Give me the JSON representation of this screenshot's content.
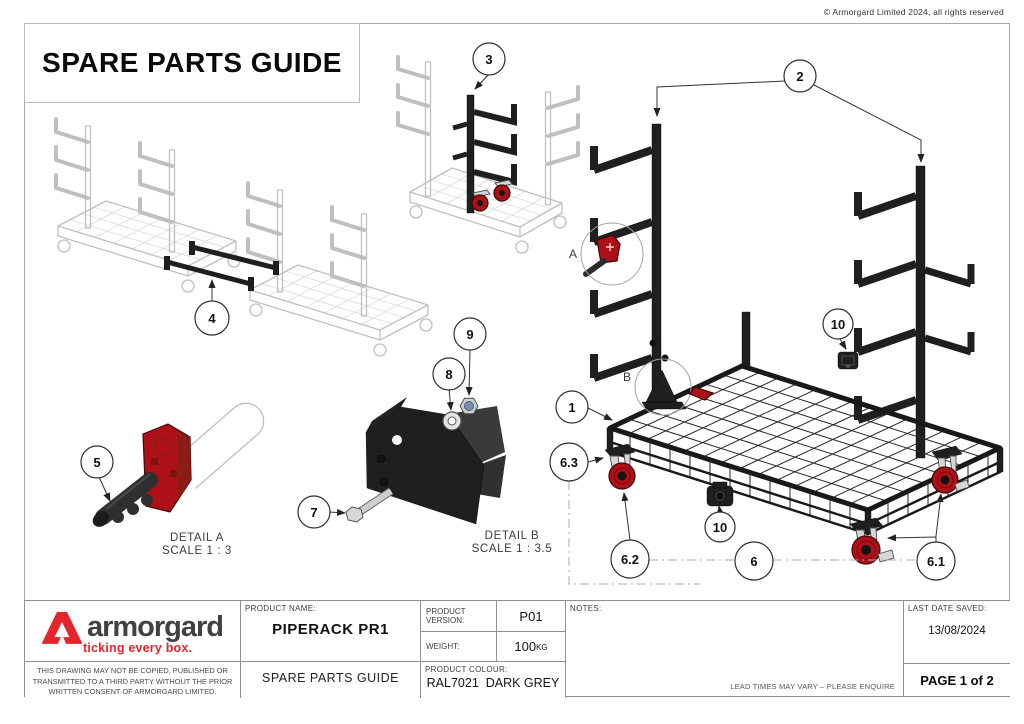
{
  "page": {
    "copyright": "© Armorgard Limited 2024, all rights reserved",
    "title": "SPARE PARTS GUIDE"
  },
  "callouts": {
    "c1": "1",
    "c2": "2",
    "c3": "3",
    "c4": "4",
    "c5": "5",
    "c6": "6",
    "c6_1": "6.1",
    "c6_2": "6.2",
    "c6_3": "6.3",
    "c7": "7",
    "c8": "8",
    "c9": "9",
    "c10": "10"
  },
  "details": {
    "a": {
      "ref": "A",
      "title": "DETAIL A",
      "scale": "SCALE 1 : 3"
    },
    "b": {
      "ref": "B",
      "title": "DETAIL B",
      "scale": "SCALE 1 : 3.5"
    }
  },
  "title_block": {
    "product_name_label": "PRODUCT NAME:",
    "product_name": "PIPERACK PR1",
    "document_type": "SPARE PARTS GUIDE",
    "version_label": "PRODUCT VERSION:",
    "version": "P01",
    "weight_label": "WEIGHT:",
    "weight_value": "100",
    "weight_unit": "KG",
    "colour_label": "PRODUCT COLOUR:",
    "colour_value": "RAL7021  DARK GREY",
    "notes_label": "NOTES:",
    "lead_time_note": "LEAD TIMES MAY VARY – PLEASE ENQUIRE",
    "saved_label": "LAST DATE SAVED:",
    "saved_date": "13/08/2024",
    "page_label": "PAGE 1 of 2",
    "confidentiality": "THIS DRAWING MAY NOT BE COPIED, PUBLISHED OR TRANSMITTED TO A THIRD PARTY WITHOUT THE PRIOR WRITTEN CONSENT OF ARMORGARD LIMITED.",
    "brand": {
      "name": "armorgard",
      "tagline": "ticking every box."
    }
  },
  "colors": {
    "brand_red": "#e4252b",
    "logo_grey": "#414042",
    "part_red": "#ad1016",
    "part_black": "#1f1f1f",
    "ghost_grey": "#bfbfbf",
    "leader_grey": "#333333"
  }
}
